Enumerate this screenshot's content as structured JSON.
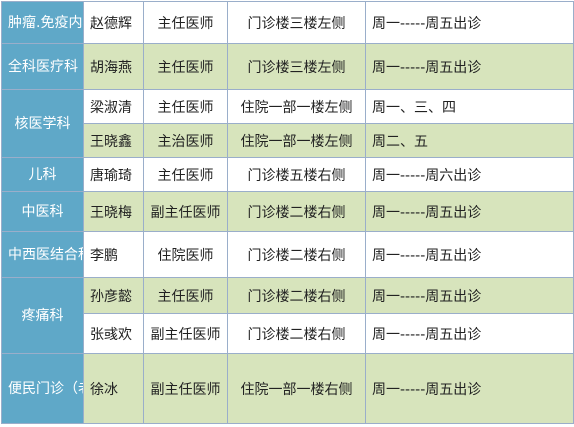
{
  "rows": [
    {
      "dept": "肿瘤.免疫内科",
      "name": "赵德辉",
      "title": "主任医师",
      "location": "门诊楼三楼左侧",
      "time": "周一-----周五出诊"
    },
    {
      "dept": "全科医疗科",
      "name": "胡海燕",
      "title": "主任医师",
      "location": "门诊楼三楼左侧",
      "time": "周一-----周五出诊"
    },
    {
      "dept": "核医学科",
      "name": "梁淑清",
      "title": "主任医师",
      "location": "住院一部一楼左侧",
      "time": "周一、三、四"
    },
    {
      "name": "王晓鑫",
      "title": "主治医师",
      "location": "住院一部一楼左侧",
      "time": "周二、五"
    },
    {
      "dept": "儿科",
      "name": "唐瑜琦",
      "title": "主任医师",
      "location": "门诊楼五楼右侧",
      "time": "周一-----周六出诊"
    },
    {
      "dept": "中医科",
      "name": "王晓梅",
      "title": "副主任医师",
      "location": "门诊楼二楼右侧",
      "time": "周一-----周五出诊"
    },
    {
      "dept": "中西医结合科",
      "name": "李鹏",
      "title": "住院医师",
      "location": "门诊楼二楼右侧",
      "time": "周一-----周五出诊"
    },
    {
      "dept": "疼痛科",
      "name": "孙彦懿",
      "title": "主任医师",
      "location": "门诊楼二楼右侧",
      "time": "周一-----周五出诊"
    },
    {
      "name": "张彧欢",
      "title": "副主任医师",
      "location": "门诊楼二楼右侧",
      "time": "周一-----周五出诊"
    },
    {
      "dept": "便民门诊（老干部门诊）",
      "name": "徐冰",
      "title": "副主任医师",
      "location": "住院一部一楼右侧",
      "time": "周一-----周五出诊"
    }
  ]
}
